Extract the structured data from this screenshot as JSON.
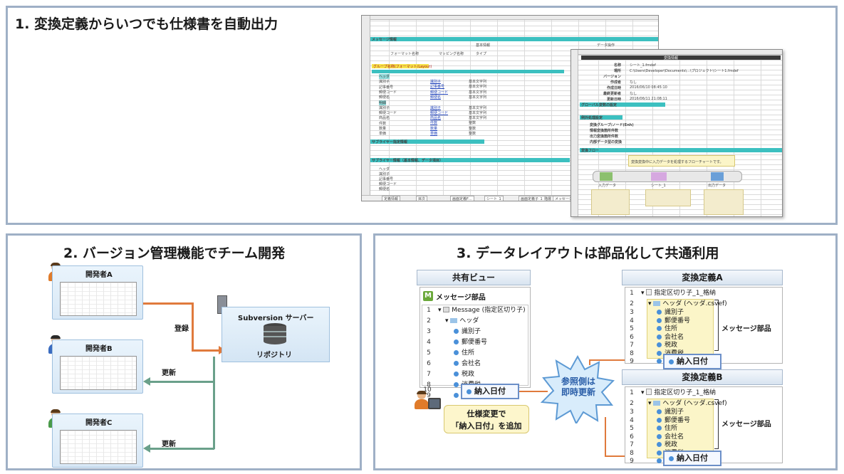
{
  "panel1": {
    "title": "1. 変換定義からいつでも仕様書を自動出力",
    "sheet_left": {
      "section1": "メッセージ情報",
      "section2": "サブライヤー指定情報",
      "section3": "サブライヤー情報（基本情報、データ項目）",
      "header_basic": "基本情報",
      "header_data": "データ操作",
      "col_format": "フォーマット名称",
      "col_mapping": "マッピング名称",
      "col_type": "タイプ",
      "row_group": "グループ名称(フォーマット/Layout)",
      "row_items": [
        "ヘッダ",
        "識別子",
        "記事番号",
        "郵便コード",
        "郵便名",
        "明細",
        "識別子",
        "郵便コード",
        "商品名",
        "件数",
        "数量",
        "単価"
      ],
      "mapping_items": [
        "識別子",
        "記事番号",
        "郵便コード",
        "郵便名",
        "識別子",
        "郵便コード",
        "商品名",
        "件数",
        "数量",
        "単価"
      ],
      "type_items": [
        "基本文字列",
        "基本文字列",
        "基本文字列",
        "基本文字列",
        "基本文字列",
        "基本文字列",
        "基本文字列",
        "整数",
        "整数",
        "整数"
      ],
      "tabs": [
        "定義情報",
        "目次",
        "画面定義F…",
        "シート_1",
        "画面定義子_1_階層",
        "メッセージ"
      ]
    },
    "sheet_right": {
      "title": "変換情報",
      "rows": [
        {
          "k": "名称",
          "v": "シート_1.fmdef"
        },
        {
          "k": "場所",
          "v": "C:\\Users\\Developer\\Documents\\...\\プロジェクト\\シート1.fmdef"
        },
        {
          "k": "バージョン",
          "v": ""
        },
        {
          "k": "作成者",
          "v": "なし"
        },
        {
          "k": "作成日時",
          "v": "2016/06/10 08:45:10"
        },
        {
          "k": "最終更新者",
          "v": "なし"
        },
        {
          "k": "更新日時",
          "v": "2016/06/11 21:08:11"
        }
      ],
      "section2": "グローバル変数の設定",
      "section3": "例外処理設定",
      "except_rows": [
        "変換グループ/ノード(Enh)",
        "情報変換箇所件数",
        "出力変換箇所件数",
        "内部データ型の変換"
      ],
      "section4": "変換フロー",
      "flow_note": "変換変換中に入力データを処理するフローチャートです。",
      "flow_nodes": [
        "入力データ",
        "シート_1",
        "出力データ"
      ]
    }
  },
  "panel2": {
    "title": "2. バージョン管理機能でチーム開発",
    "dev_a": "開発者A",
    "dev_b": "開発者B",
    "dev_c": "開発者C",
    "server": "Subversion サーバー",
    "repository": "リポジトリ",
    "register": "登録",
    "update1": "更新",
    "update2": "更新"
  },
  "panel3": {
    "title": "3. データレイアウトは部品化して共通利用",
    "shared_view": "共有ビュー",
    "message_part": "メッセージ部品",
    "message_root": "Message (指定区切り子)",
    "header": "ヘッダ",
    "fields": [
      "識別子",
      "郵便番号",
      "住所",
      "会社名",
      "税政",
      "消費税",
      "合計金額"
    ],
    "delivery_date": "納入日付",
    "note_line1": "仕様変更で",
    "note_line2": "「納入日付」を追加",
    "burst_line1": "参照側は",
    "burst_line2": "即時更新",
    "def_a": "変換定義A",
    "def_b": "変換定義B",
    "def_root": "指定区切り子_1_格納",
    "def_header": "ヘッダ (ヘッダ.csvef)",
    "def_fields": [
      "識別子",
      "郵便番号",
      "住所",
      "会社名",
      "税政",
      "消費税",
      "合計金額"
    ],
    "message_part_label": "メッセージ部品"
  }
}
